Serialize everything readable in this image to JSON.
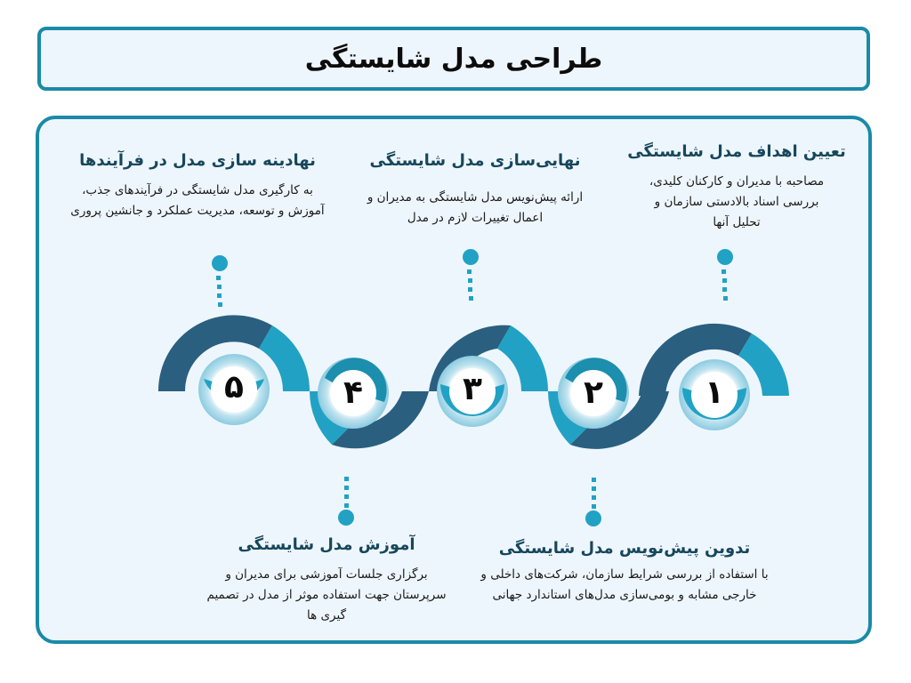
{
  "title": "طراحی مدل شایستگی",
  "colors": {
    "dark": "#2a5f80",
    "light": "#21a2c4",
    "border": "#1a8aa8",
    "background": "#eef6fd",
    "heading": "#17475c"
  },
  "steps": [
    {
      "number": "۱",
      "title": "تعیین اهداف مدل شایستگی",
      "description": "مصاحبه با مدیران و کارکنان کلیدی، بررسی اسناد بالادستی سازمان و تحلیل آنها",
      "position": "top"
    },
    {
      "number": "۲",
      "title": "تدوین پیش‌نویس مدل شایستگی",
      "description": "با استفاده از بررسی شرایط سازمان، شرکت‌های داخلی و خارجی مشابه و بومی‌سازی مدل‌های استاندارد جهانی",
      "position": "bottom"
    },
    {
      "number": "۳",
      "title": "نهایی‌سازی مدل شایستگی",
      "description": "ارائه پیش‌نویس مدل شایستگی به مدیران و اعمال تغییرات لازم در مدل",
      "position": "top"
    },
    {
      "number": "۴",
      "title": "آموزش مدل شایستگی",
      "description": "برگزاری جلسات آموزشی برای مدیران و سرپرستان جهت استفاده موثر از مدل در تصمیم گیری ها",
      "position": "bottom"
    },
    {
      "number": "۵",
      "title": "نهادینه سازی مدل در فرآیندها",
      "description": "به کارگیری مدل شایستگی در فرآیندهای جذب، آموزش و توسعه، مدیریت عملکرد و جانشین پروری",
      "position": "top"
    }
  ]
}
